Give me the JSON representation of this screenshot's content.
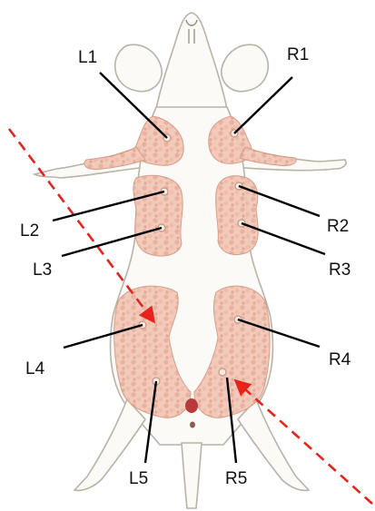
{
  "labels": {
    "L1": "L1",
    "L2": "L2",
    "L3": "L3",
    "L4": "L4",
    "L5": "L5",
    "R1": "R1",
    "R2": "R2",
    "R3": "R3",
    "R4": "R4",
    "R5": "R5"
  },
  "colors": {
    "body_fill": "#fbfaf6",
    "body_outline": "#b9b2a6",
    "gland_tissue": "#eab9a9",
    "gland_tissue_dark": "#d9937f",
    "nipple": "#f4ece2",
    "leader_line": "#000000",
    "injection_line": "#e8231c",
    "genital": "#b83a3a"
  },
  "icons": {
    "mouse_outline": "mouse-ventral-outline",
    "arrow": "dashed-red-arrow"
  }
}
